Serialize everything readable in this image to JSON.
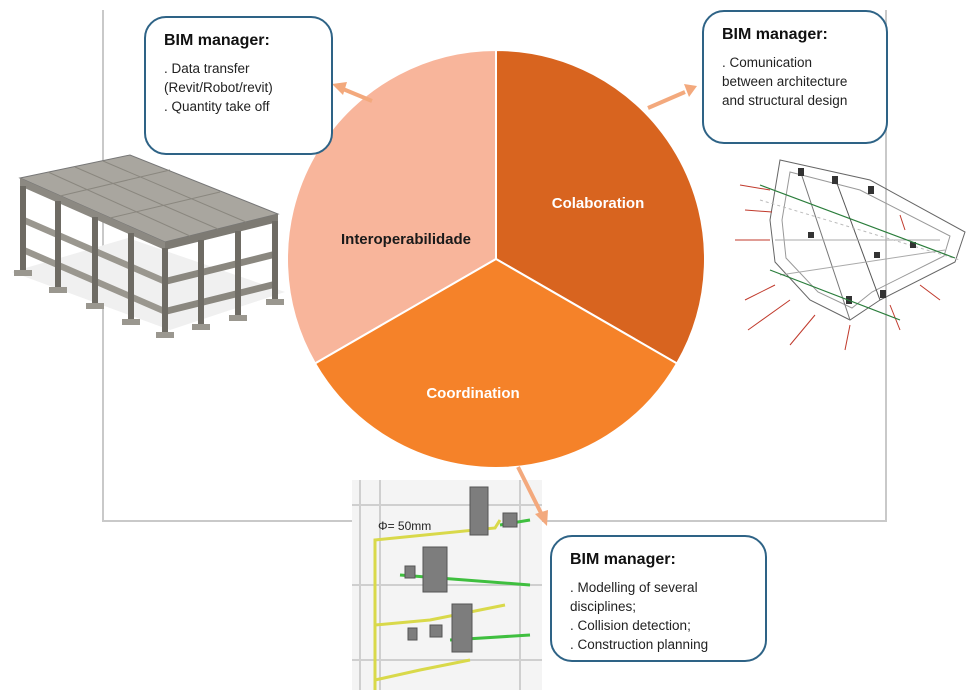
{
  "diagram": {
    "segments": [
      {
        "id": "interop",
        "label": "Interoperabilidade",
        "color": "#f8b59b",
        "text_color": "#1a1a1a"
      },
      {
        "id": "colab",
        "label": "Colaboration",
        "color": "#d8641f",
        "text_color": "#ffffff"
      },
      {
        "id": "coord",
        "label": "Coordination",
        "color": "#f58229",
        "text_color": "#ffffff"
      }
    ],
    "arrow_color": "#f3a97d",
    "frame_color": "#c9c9c9",
    "callout_border_color": "#2e6386"
  },
  "callouts": {
    "top_left": {
      "title": "BIM manager:",
      "lines": [
        ". Data transfer",
        "(Revit/Robot/revit)",
        ". Quantity take off"
      ]
    },
    "top_right": {
      "title": "BIM manager:",
      "lines": [
        ". Comunication",
        "between architecture",
        "and structural design"
      ]
    },
    "bottom": {
      "title": "BIM manager:",
      "lines": [
        ". Modelling of several",
        "disciplines;",
        ". Collision detection;",
        ". Construction planning"
      ]
    }
  },
  "images": {
    "building": {
      "icon": "concrete-frame-building-model"
    },
    "floorplan": {
      "icon": "structural-floor-plan-drawing"
    },
    "pipes": {
      "icon": "plumbing-pipe-model",
      "dimension_label": "Φ= 50mm"
    }
  }
}
